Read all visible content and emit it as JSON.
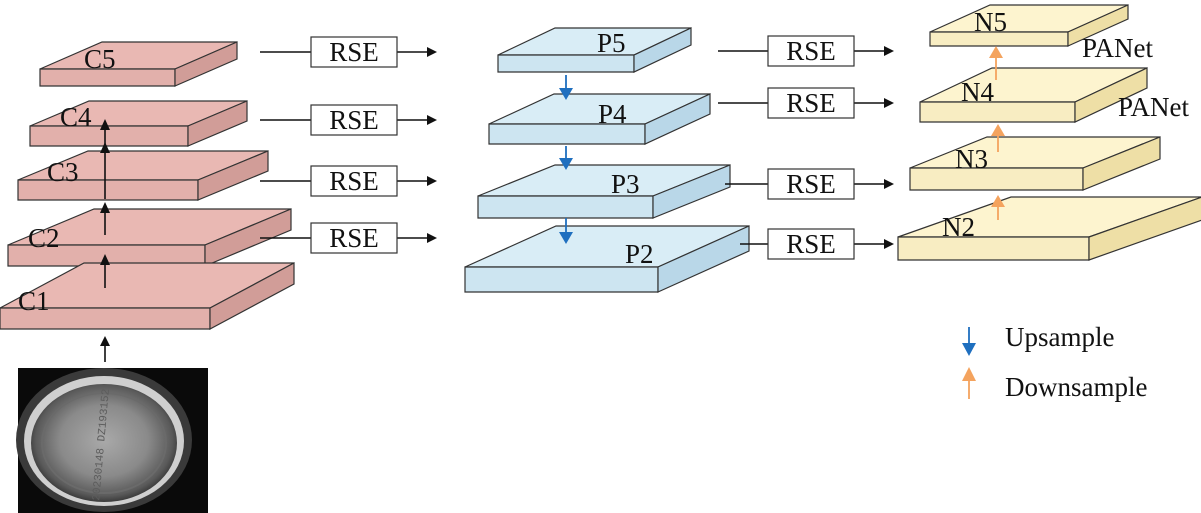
{
  "colors": {
    "c_top": "#e9b8b3",
    "c_front": "#e2b0ab",
    "c_side": "#d19d98",
    "p_top": "#d9edf6",
    "p_front": "#cde5f1",
    "p_side": "#b9d7e8",
    "n_top": "#fdf4cf",
    "n_front": "#f8edc2",
    "n_side": "#eedfa6",
    "upsample": "#1f6fbf",
    "downsample": "#f4a35e",
    "arrow": "#111111"
  },
  "backbone": {
    "layers": [
      {
        "label": "C5"
      },
      {
        "label": "C4"
      },
      {
        "label": "C3"
      },
      {
        "label": "C2"
      },
      {
        "label": "C1"
      }
    ]
  },
  "fpn": {
    "layers": [
      {
        "label": "P5"
      },
      {
        "label": "P4"
      },
      {
        "label": "P3"
      },
      {
        "label": "P2"
      }
    ]
  },
  "pan": {
    "layers": [
      {
        "label": "N5"
      },
      {
        "label": "N4"
      },
      {
        "label": "N3"
      },
      {
        "label": "N2"
      }
    ],
    "tags": [
      "PANet",
      "PANet"
    ]
  },
  "rse_label": "RSE",
  "legend": {
    "upsample": "Upsample",
    "downsample": "Downsample"
  },
  "input_image": {
    "stamp_text": "20230148 DZ193152"
  }
}
